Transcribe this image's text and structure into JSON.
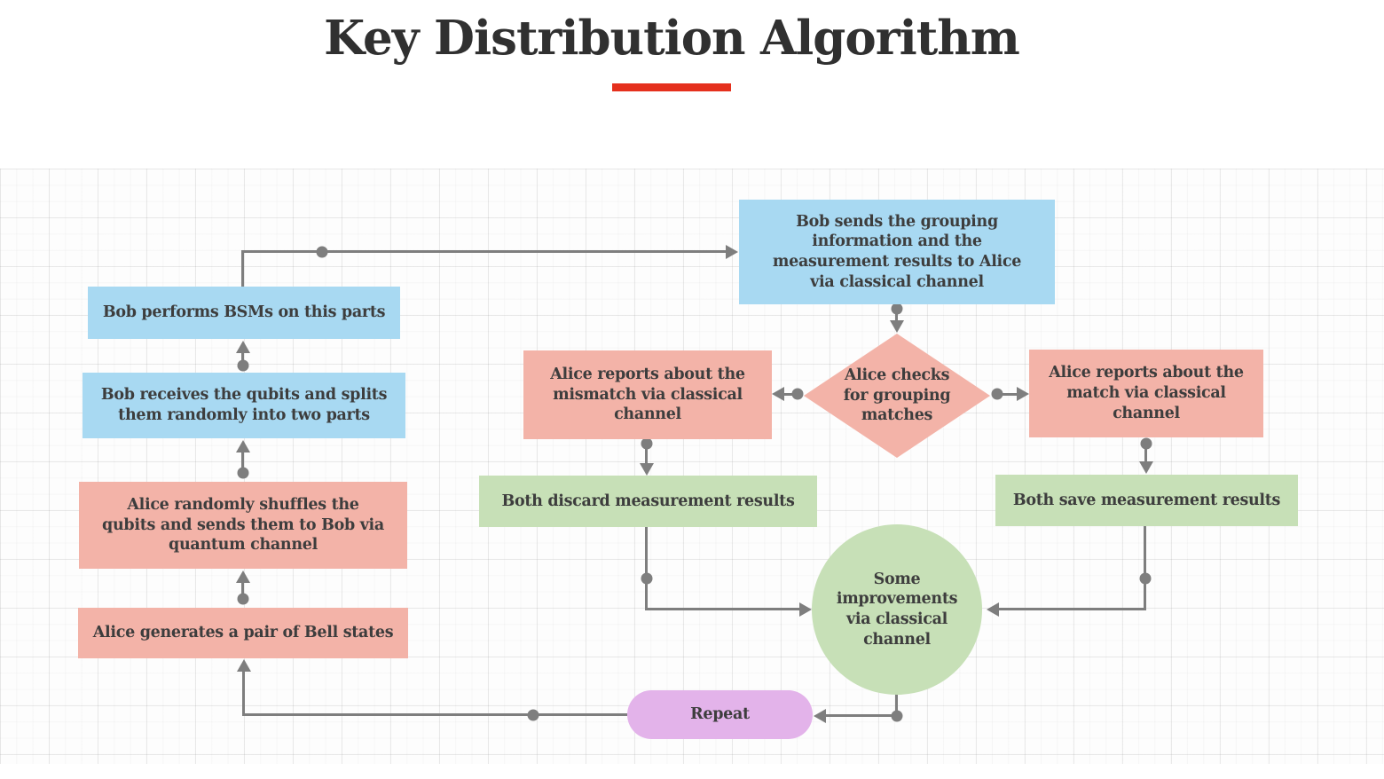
{
  "header": {
    "title": "Key Distribution Algorithm"
  },
  "colors": {
    "accent": "#e5301d",
    "title_text": "#303030",
    "text": "#3d3d3d",
    "connector": "#7e7e7e",
    "node_blue": "#a8d9f2",
    "node_pink": "#f3b3a8",
    "node_green": "#c7e0b7",
    "node_purple": "#e3b3ea"
  },
  "flowchart": {
    "nodes": [
      {
        "id": "alice-generates",
        "shape": "rectangle",
        "color": "pink",
        "label": "Alice generates a pair of Bell states"
      },
      {
        "id": "alice-shuffles",
        "shape": "rectangle",
        "color": "pink",
        "label": "Alice randomly shuffles the\nqubits and sends them to Bob via\nquantum channel"
      },
      {
        "id": "bob-receives",
        "shape": "rectangle",
        "color": "blue",
        "label": "Bob receives the qubits and splits\nthem randomly into two parts"
      },
      {
        "id": "bob-performs",
        "shape": "rectangle",
        "color": "blue",
        "label": "Bob performs BSMs on this parts"
      },
      {
        "id": "bob-sends",
        "shape": "rectangle",
        "color": "blue",
        "label": "Bob sends the grouping\ninformation and the\nmeasurement results to Alice\nvia classical channel"
      },
      {
        "id": "alice-checks",
        "shape": "diamond",
        "color": "pink",
        "label": "Alice checks\nfor grouping\nmatches"
      },
      {
        "id": "alice-reports-mismatch",
        "shape": "rectangle",
        "color": "pink",
        "label": "Alice reports about the\nmismatch via classical\nchannel"
      },
      {
        "id": "alice-reports-match",
        "shape": "rectangle",
        "color": "pink",
        "label": "Alice reports about the\nmatch via classical\nchannel"
      },
      {
        "id": "both-discard",
        "shape": "rectangle",
        "color": "green",
        "label": "Both discard measurement results"
      },
      {
        "id": "both-save",
        "shape": "rectangle",
        "color": "green",
        "label": "Both save measurement results"
      },
      {
        "id": "improvements",
        "shape": "circle",
        "color": "green",
        "label": "Some\nimprovements\nvia classical\nchannel"
      },
      {
        "id": "repeat",
        "shape": "pill",
        "color": "purple",
        "label": "Repeat"
      }
    ]
  }
}
